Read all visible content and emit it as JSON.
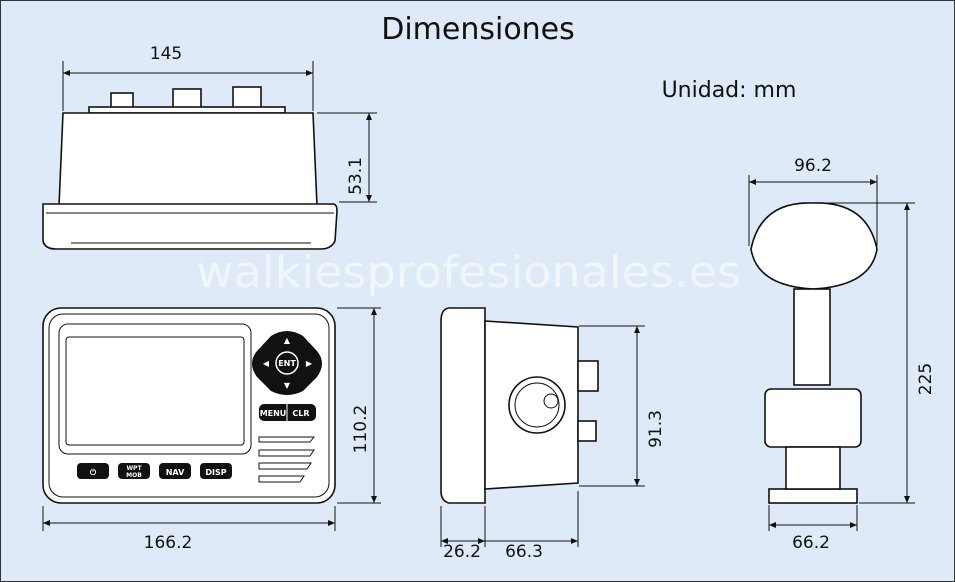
{
  "title": "Dimensiones",
  "unit_label": "Unidad: mm",
  "watermark": "walkiesprofesionales.es",
  "dimensions": {
    "top_width": "145",
    "top_height": "53.1",
    "front_width": "166.2",
    "front_height": "110.2",
    "side_depth_front": "26.2",
    "side_depth_body": "66.3",
    "side_height": "91.3",
    "antenna_width": "96.2",
    "antenna_height": "225",
    "antenna_base_width": "66.2"
  },
  "front_panel_buttons": {
    "power": "⏻",
    "wpt": "WPT",
    "mob": "MOB",
    "nav": "NAV",
    "disp": "DISP",
    "menu": "MENU",
    "clr": "CLR",
    "ent": "ENT"
  }
}
